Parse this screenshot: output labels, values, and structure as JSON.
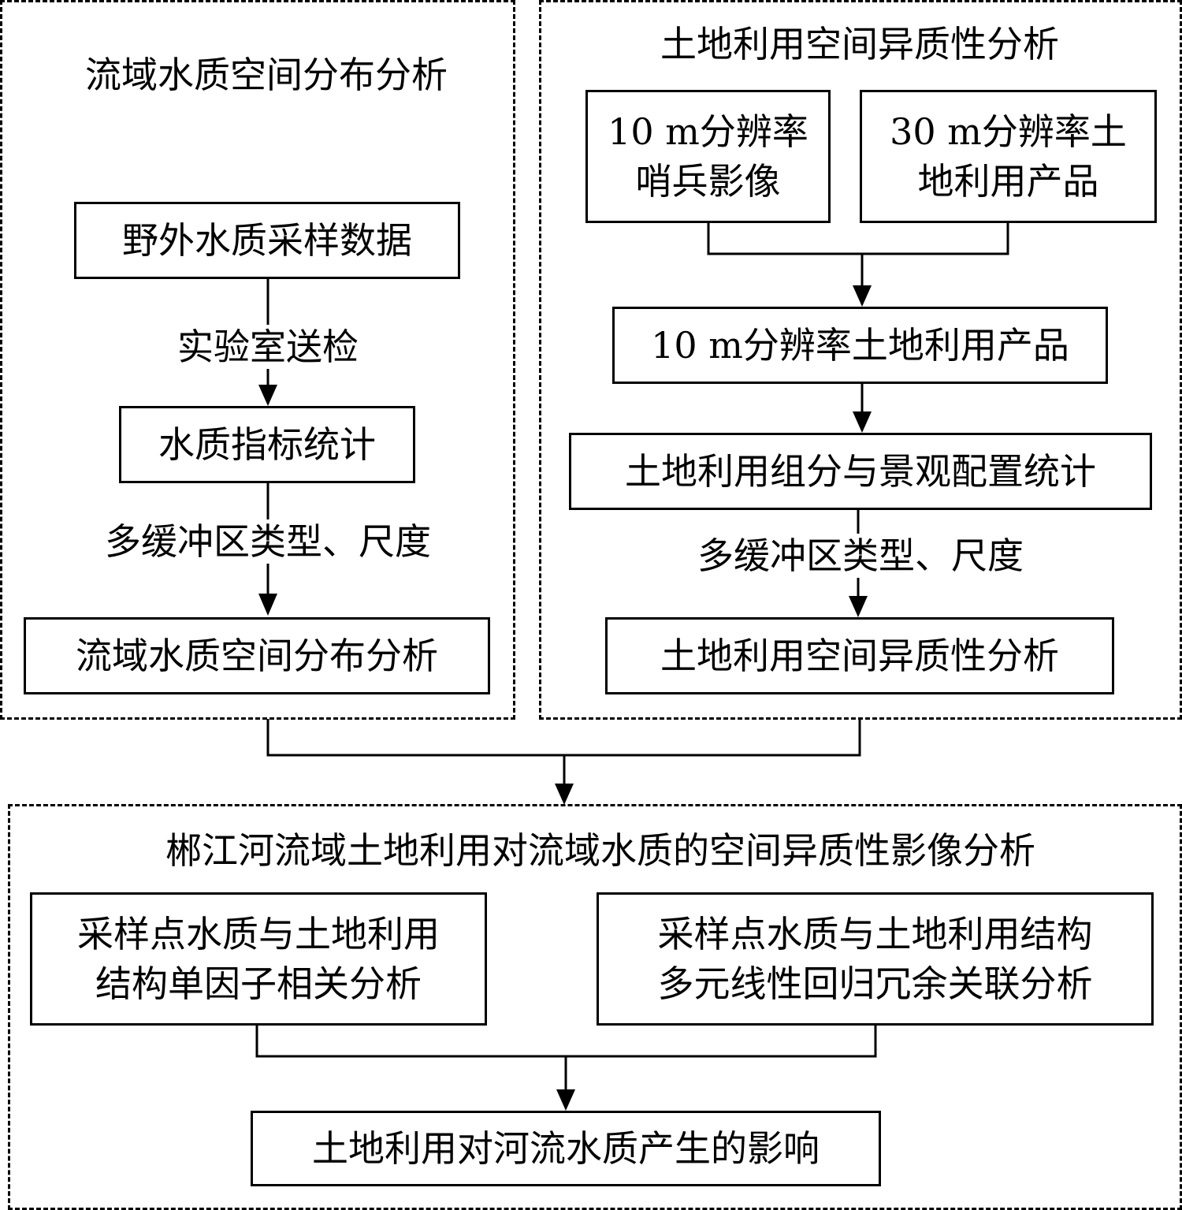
{
  "left_panel": {
    "title": "流域水质空间分布分析",
    "box_sampling": "野外水质采样数据",
    "label_lab": "实验室送检",
    "box_stats": "水质指标统计",
    "label_buffer": "多缓冲区类型、尺度",
    "box_result": "流域水质空间分布分析"
  },
  "right_panel": {
    "title": "土地利用空间异质性分析",
    "box_sentinel": [
      "10 m分辨率",
      "哨兵影像"
    ],
    "box_30m": [
      "30 m分辨率土",
      "地利用产品"
    ],
    "box_10m_product": "10 m分辨率土地利用产品",
    "box_composition": "土地利用组分与景观配置统计",
    "label_buffer": "多缓冲区类型、尺度",
    "box_result": "土地利用空间异质性分析"
  },
  "bottom_panel": {
    "title": "郴江河流域土地利用对流域水质的空间异质性影像分析",
    "box_single": [
      "采样点水质与土地利用",
      "结构单因子相关分析"
    ],
    "box_multi": [
      "采样点水质与土地利用结构",
      "多元线性回归冗余关联分析"
    ],
    "box_final": "土地利用对河流水质产生的影响"
  }
}
